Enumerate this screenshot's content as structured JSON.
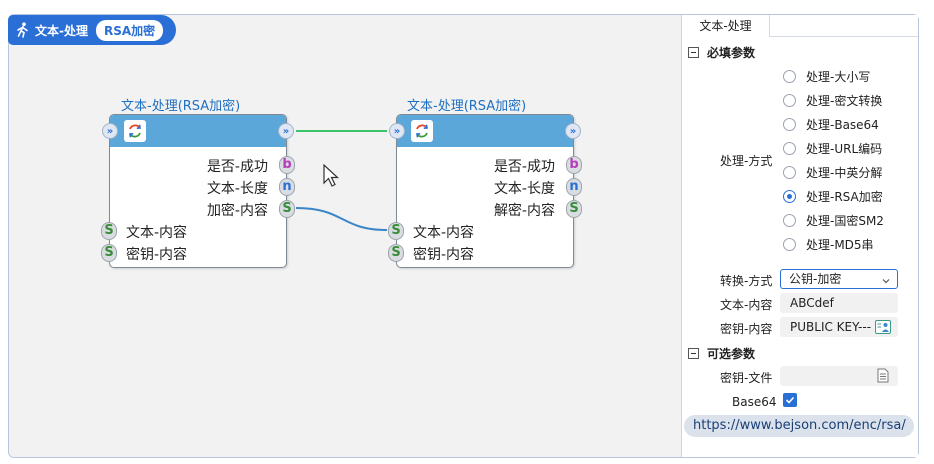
{
  "app": {
    "title": "文本-处理",
    "badge": "RSA加密"
  },
  "canvas": {
    "nodes": [
      {
        "title": "文本-处理(RSA加密)",
        "outputs": [
          {
            "label": "是否-成功",
            "type": "b"
          },
          {
            "label": "文本-长度",
            "type": "n"
          },
          {
            "label": "加密-内容",
            "type": "S"
          }
        ],
        "inputs": [
          {
            "label": "文本-内容",
            "type": "S"
          },
          {
            "label": "密钥-内容",
            "type": "S"
          }
        ]
      },
      {
        "title": "文本-处理(RSA加密)",
        "outputs": [
          {
            "label": "是否-成功",
            "type": "b"
          },
          {
            "label": "文本-长度",
            "type": "n"
          },
          {
            "label": "解密-内容",
            "type": "S"
          }
        ],
        "inputs": [
          {
            "label": "文本-内容",
            "type": "S"
          },
          {
            "label": "密钥-内容",
            "type": "S"
          }
        ]
      }
    ]
  },
  "panel": {
    "tab": "文本-处理",
    "required_section": "必填参数",
    "optional_section": "可选参数",
    "method_label": "处理-方式",
    "methods": [
      {
        "label": "处理-大小写",
        "selected": false
      },
      {
        "label": "处理-密文转换",
        "selected": false
      },
      {
        "label": "处理-Base64",
        "selected": false
      },
      {
        "label": "处理-URL编码",
        "selected": false
      },
      {
        "label": "处理-中英分解",
        "selected": false
      },
      {
        "label": "处理-RSA加密",
        "selected": true
      },
      {
        "label": "处理-国密SM2",
        "selected": false
      },
      {
        "label": "处理-MD5串",
        "selected": false
      }
    ],
    "convert_label": "转换-方式",
    "convert_value": "公钥-加密",
    "text_label": "文本-内容",
    "text_value": "ABCdef",
    "key_label": "密钥-内容",
    "key_value": "PUBLIC KEY---",
    "keyfile_label": "密钥-文件",
    "keyfile_value": "",
    "base64_label": "Base64",
    "base64_checked": true,
    "url": "https://www.bejson.com/enc/rsa/"
  },
  "colors": {
    "accent": "#2a6fd6",
    "node_header": "#5ba7d9",
    "flow_wire": "#3cc36a",
    "data_wire": "#3a86c8"
  }
}
